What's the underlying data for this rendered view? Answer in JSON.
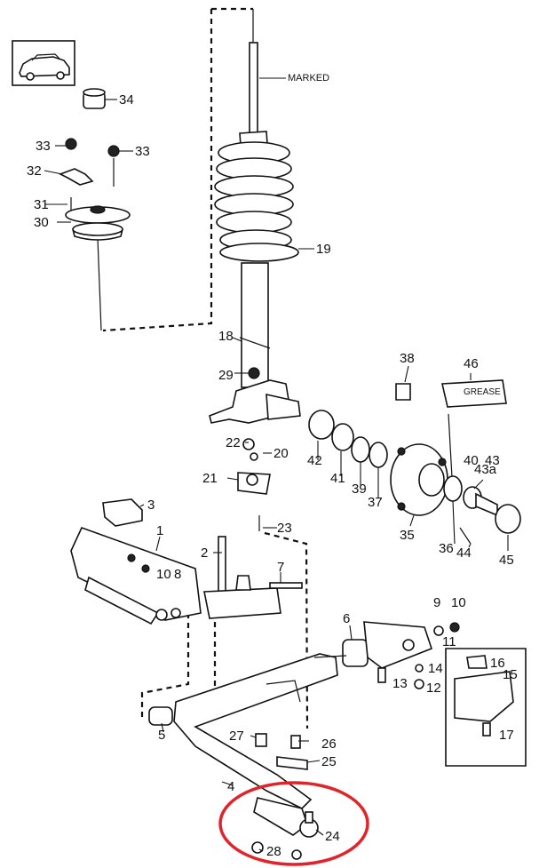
{
  "callouts": {
    "marked": "MARKED",
    "p1": "1",
    "p2": "2",
    "p3": "3",
    "p4": "4",
    "p5": "5",
    "p6": "6",
    "p7": "7",
    "p8": "8",
    "p9": "9",
    "p10a": "10",
    "p10b": "10",
    "p11": "11",
    "p12": "12",
    "p13": "13",
    "p14": "14",
    "p15": "15",
    "p16": "16",
    "p17": "17",
    "p18": "18",
    "p19": "19",
    "p20": "20",
    "p21": "21",
    "p22": "22",
    "p23": "23",
    "p24": "24",
    "p25": "25",
    "p26": "26",
    "p27": "27",
    "p28": "28",
    "p29": "29",
    "p30": "30",
    "p31": "31",
    "p32": "32",
    "p33a": "33",
    "p33b": "33",
    "p34": "34",
    "p35": "35",
    "p36": "36",
    "p37": "37",
    "p38": "38",
    "p39": "39",
    "p40": "40",
    "p41": "41",
    "p42": "42",
    "p43": "43",
    "p43a": "43a",
    "p44": "44",
    "p45": "45",
    "p46": "46"
  },
  "package_label": "GREASE",
  "highlight_color": "#e0242a",
  "line_color": "#111111"
}
